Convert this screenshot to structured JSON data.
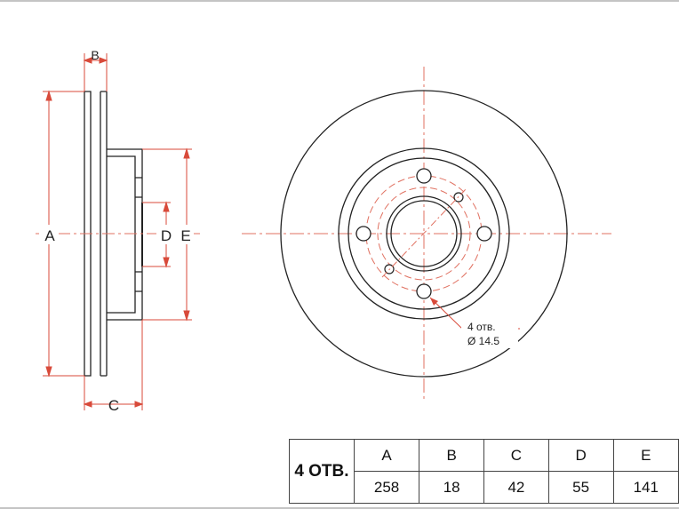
{
  "side_view": {
    "dim_a": "A",
    "dim_b": "B",
    "dim_c": "C",
    "dim_d": "D",
    "dim_e": "E"
  },
  "front_view": {
    "holes_note": "4 отв.",
    "hole_diameter": "Ø 14.5"
  },
  "table": {
    "holes_label": "4 ОТВ.",
    "columns": [
      {
        "header": "A",
        "value": "258"
      },
      {
        "header": "B",
        "value": "18"
      },
      {
        "header": "C",
        "value": "42"
      },
      {
        "header": "D",
        "value": "55"
      },
      {
        "header": "E",
        "value": "141"
      }
    ]
  },
  "colors": {
    "dimension": "#d84a3a",
    "outline": "#222222",
    "centerline": "#e07060"
  }
}
